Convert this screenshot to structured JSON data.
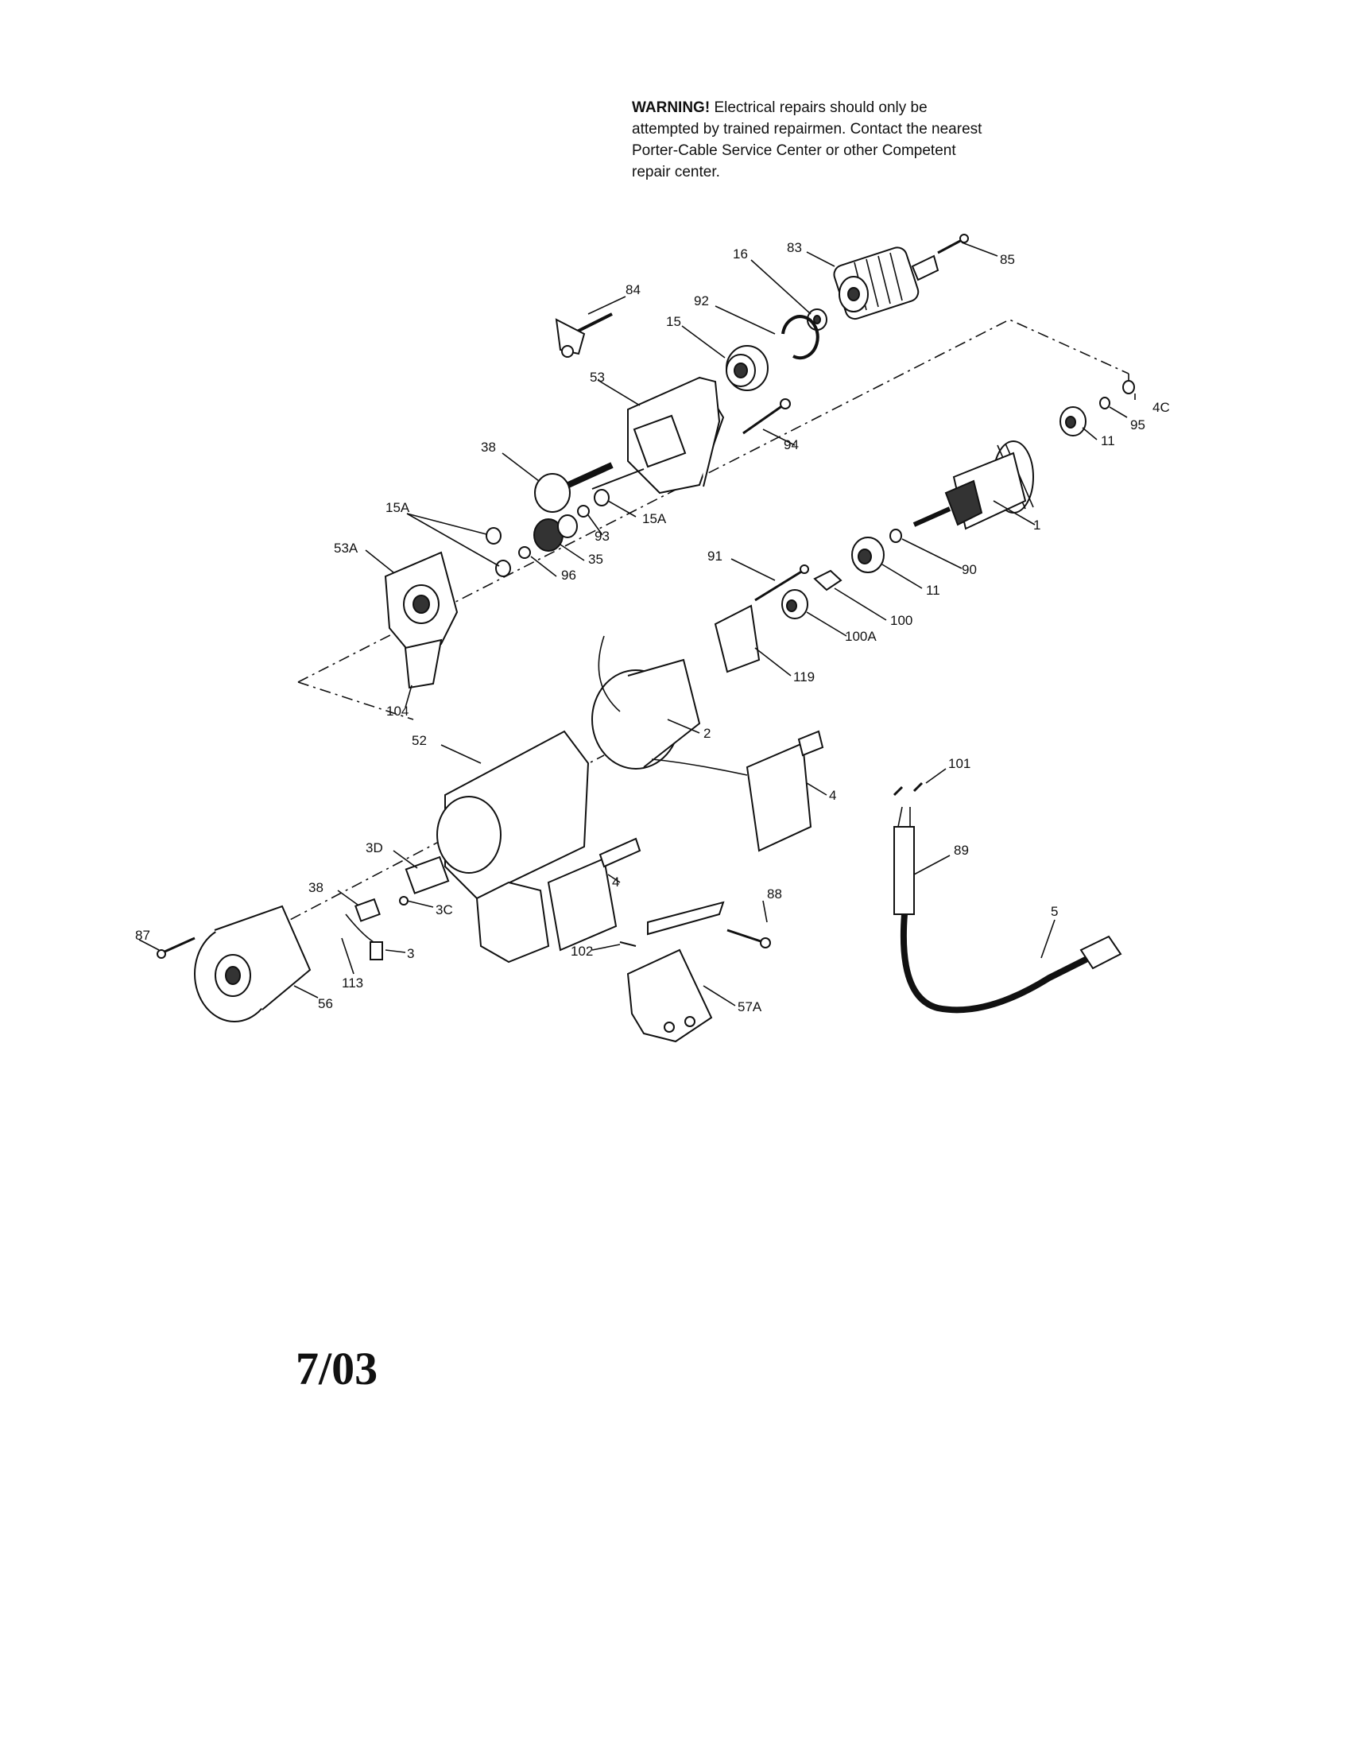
{
  "warning": {
    "lead": "WARNING!",
    "text": "Electrical repairs should only be attempted by trained repairmen. Contact the nearest Porter-Cable Service Center or other Competent repair center."
  },
  "date": "7/03",
  "part_labels": [
    {
      "id": "83",
      "text": "83"
    },
    {
      "id": "85",
      "text": "85"
    },
    {
      "id": "84",
      "text": "84"
    },
    {
      "id": "16",
      "text": "16"
    },
    {
      "id": "92",
      "text": "92"
    },
    {
      "id": "15",
      "text": "15"
    },
    {
      "id": "53",
      "text": "53"
    },
    {
      "id": "94",
      "text": "94"
    },
    {
      "id": "38a",
      "text": "38"
    },
    {
      "id": "15A-left",
      "text": "15A"
    },
    {
      "id": "15A-right",
      "text": "15A"
    },
    {
      "id": "93",
      "text": "93"
    },
    {
      "id": "35",
      "text": "35"
    },
    {
      "id": "53A",
      "text": "53A"
    },
    {
      "id": "96",
      "text": "96"
    },
    {
      "id": "104",
      "text": "104"
    },
    {
      "id": "4C",
      "text": "4C"
    },
    {
      "id": "95",
      "text": "95"
    },
    {
      "id": "11a",
      "text": "11"
    },
    {
      "id": "1",
      "text": "1"
    },
    {
      "id": "90",
      "text": "90"
    },
    {
      "id": "11b",
      "text": "11"
    },
    {
      "id": "91",
      "text": "91"
    },
    {
      "id": "100",
      "text": "100"
    },
    {
      "id": "100A",
      "text": "100A"
    },
    {
      "id": "119",
      "text": "119"
    },
    {
      "id": "2",
      "text": "2"
    },
    {
      "id": "52",
      "text": "52"
    },
    {
      "id": "4a",
      "text": "4"
    },
    {
      "id": "101",
      "text": "101"
    },
    {
      "id": "89",
      "text": "89"
    },
    {
      "id": "3D",
      "text": "3D"
    },
    {
      "id": "38b",
      "text": "38"
    },
    {
      "id": "3C",
      "text": "3C"
    },
    {
      "id": "4b",
      "text": "4"
    },
    {
      "id": "88",
      "text": "88"
    },
    {
      "id": "87",
      "text": "87"
    },
    {
      "id": "113",
      "text": "113"
    },
    {
      "id": "3",
      "text": "3"
    },
    {
      "id": "102",
      "text": "102"
    },
    {
      "id": "5",
      "text": "5"
    },
    {
      "id": "56",
      "text": "56"
    },
    {
      "id": "57A",
      "text": "57A"
    }
  ]
}
